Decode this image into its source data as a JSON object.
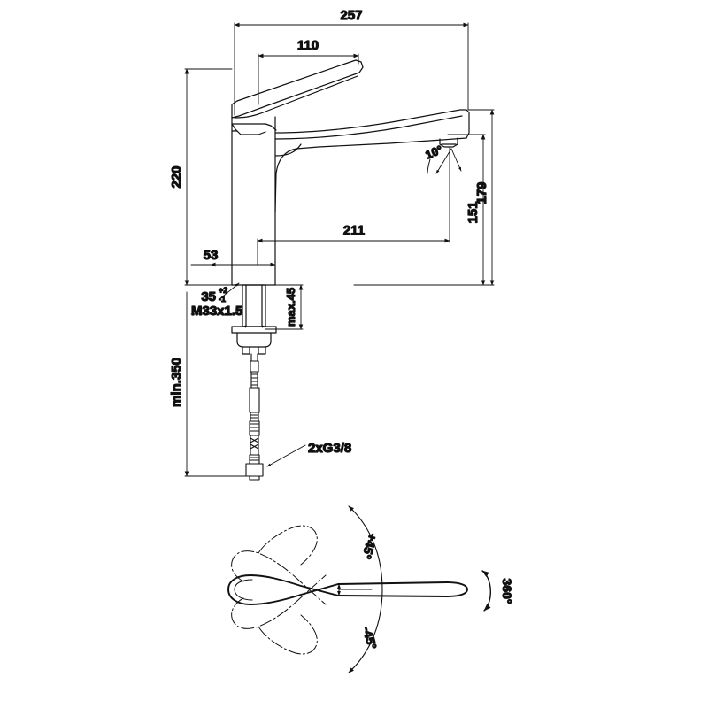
{
  "document": {
    "type": "technical-drawing",
    "subject": "single-lever kitchen mixer tap",
    "units": "mm",
    "line_color": "#111111",
    "background_color": "#ffffff",
    "views": [
      "front-elevation",
      "top-plan"
    ]
  },
  "dimensions": {
    "overall_width": "257",
    "lever_length": "110",
    "spout_reach": "211",
    "body_height": "220",
    "spout_height": "179",
    "aerator_height": "151",
    "base_width": "53",
    "deck_thickness": "35",
    "deck_thickness_tol_plus": "+2",
    "deck_thickness_tol_minus": "-1",
    "thread": "M33x1.5",
    "max_deck": "max.45",
    "min_supply": "min.350",
    "supply_connection": "2xG3/8",
    "aerator_angle": "10°"
  },
  "plan_view": {
    "swivel_plus": "+45°",
    "swivel_minus": "-45°",
    "rotation": "360°"
  }
}
